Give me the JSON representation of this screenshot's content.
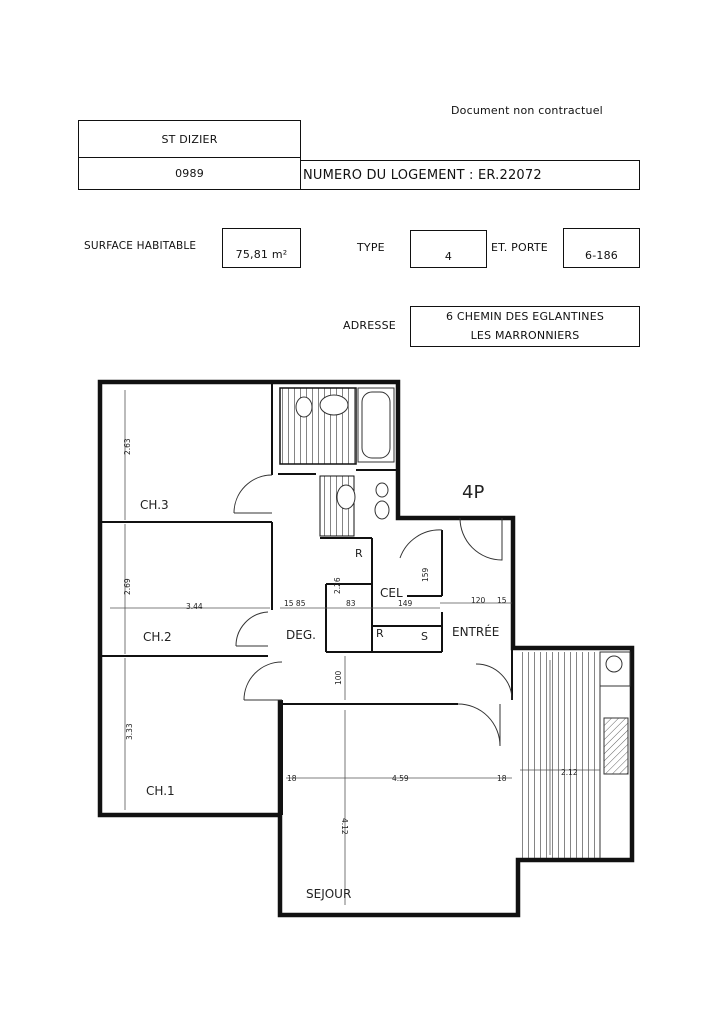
{
  "header": {
    "disclaimer": "Document non contractuel",
    "city": "ST DIZIER",
    "code": "0989",
    "logement_label": "NUMERO DU LOGEMENT : ER.22072"
  },
  "details": {
    "surface_label": "SURFACE HABITABLE",
    "surface_value": "75,81 m²",
    "type_label": "TYPE",
    "type_value": "4",
    "porte_label": "ET. PORTE",
    "porte_value": "6-186",
    "adresse_label": "ADRESSE",
    "adresse_line1": "6 CHEMIN DES EGLANTINES",
    "adresse_line2": "LES MARRONNIERS"
  },
  "plan": {
    "title": "4P",
    "rooms": {
      "ch3": "CH.3",
      "ch2": "CH.2",
      "ch1": "CH.1",
      "deg": "DEG.",
      "cel": "CEL",
      "entree": "ENTRÉE",
      "sejour": "SEJOUR",
      "r1": "R",
      "r2": "R",
      "s": "S"
    },
    "dimensions": {
      "d263": "2.63",
      "d269": "2.69",
      "d344": "3.44",
      "d1585": "15 85",
      "d83": "83",
      "d226": "2.26",
      "d149": "149",
      "d159": "159",
      "d120": "120",
      "d15": "15",
      "d100": "100",
      "d333": "3.33",
      "d18a": "18",
      "d459": "4.59",
      "d18b": "18",
      "d412": "4.12",
      "d212": "2.12"
    }
  }
}
